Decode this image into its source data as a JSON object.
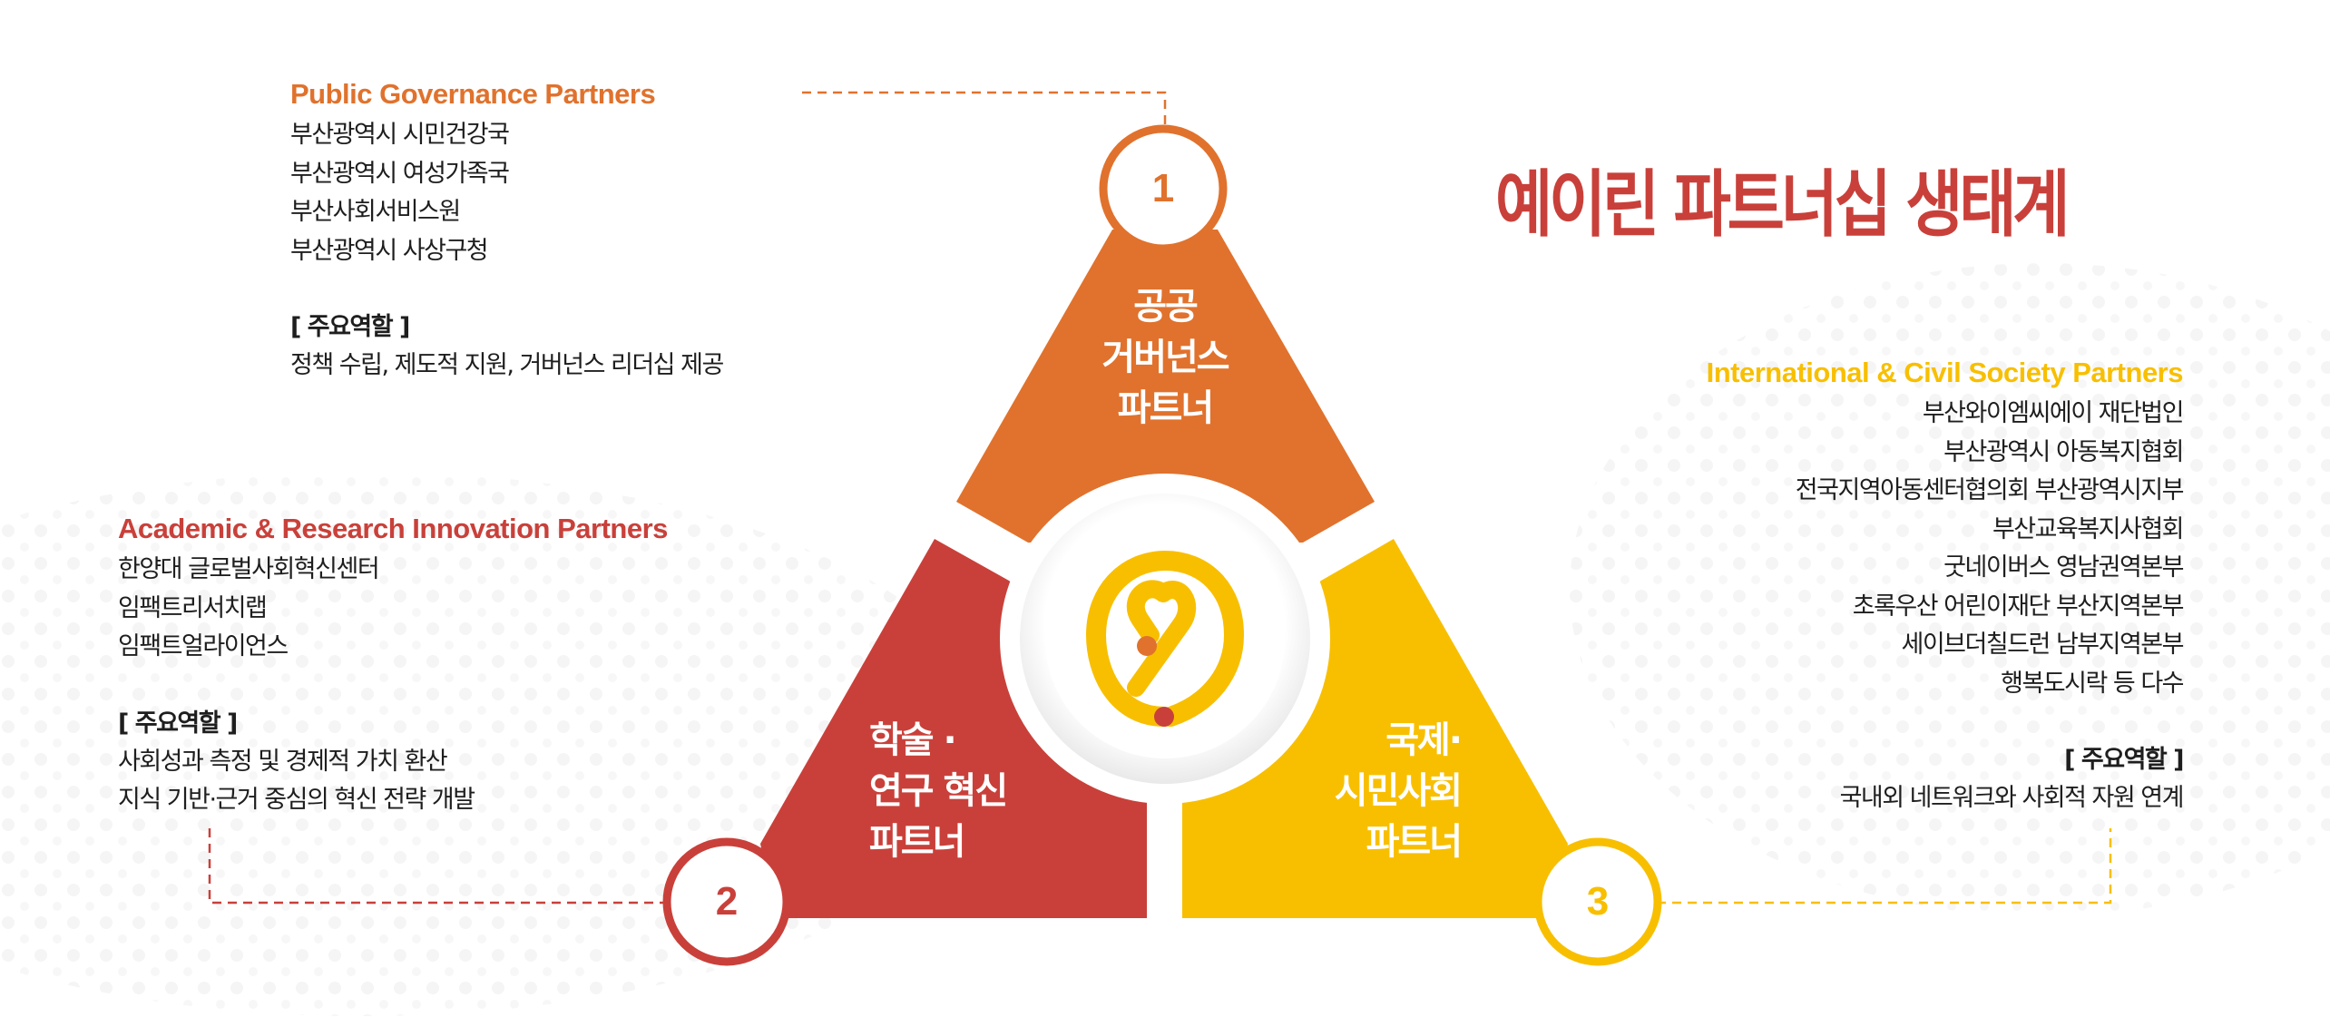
{
  "title": "예이린 파트너십 생태계",
  "colors": {
    "orange": "#e0722d",
    "red": "#c9403a",
    "yellow": "#f8bf00",
    "text": "#1e1e1e",
    "title": "#c9403a"
  },
  "segments": [
    {
      "number": "1",
      "label_lines": [
        "공공",
        "거버넌스",
        "파트너"
      ],
      "color": "#e0722d"
    },
    {
      "number": "2",
      "label_lines": [
        "학술 ·",
        "연구 혁신",
        "파트너"
      ],
      "color": "#c9403a"
    },
    {
      "number": "3",
      "label_lines": [
        "국제·",
        "시민사회",
        "파트너"
      ],
      "color": "#f8bf00"
    }
  ],
  "center_logo": "heart-spiral-logo",
  "groups": {
    "public": {
      "title": "Public Governance Partners",
      "members": [
        "부산광역시 시민건강국",
        "부산광역시 여성가족국",
        "부산사회서비스원",
        "부산광역시 사상구청"
      ],
      "role_heading": "[ 주요역할 ]",
      "roles": [
        "정책 수립, 제도적 지원, 거버넌스 리더십 제공"
      ]
    },
    "academic": {
      "title": "Academic & Research Innovation Partners",
      "members": [
        "한양대 글로벌사회혁신센터",
        "임팩트리서치랩",
        "임팩트얼라이언스"
      ],
      "role_heading": "[ 주요역할 ]",
      "roles": [
        "사회성과 측정 및 경제적 가치 환산",
        "지식 기반·근거 중심의 혁신 전략 개발"
      ]
    },
    "international": {
      "title": "International & Civil Society Partners",
      "members": [
        "부산와이엠씨에이 재단법인",
        "부산광역시 아동복지협회",
        "전국지역아동센터협의회 부산광역시지부",
        "부산교육복지사협회",
        "굿네이버스 영남권역본부",
        "초록우산 어린이재단 부산지역본부",
        "세이브더칠드런 남부지역본부",
        "행복도시락 등 다수"
      ],
      "role_heading": "[ 주요역할 ]",
      "roles": [
        "국내외 네트워크와 사회적 자원 연계"
      ]
    }
  }
}
